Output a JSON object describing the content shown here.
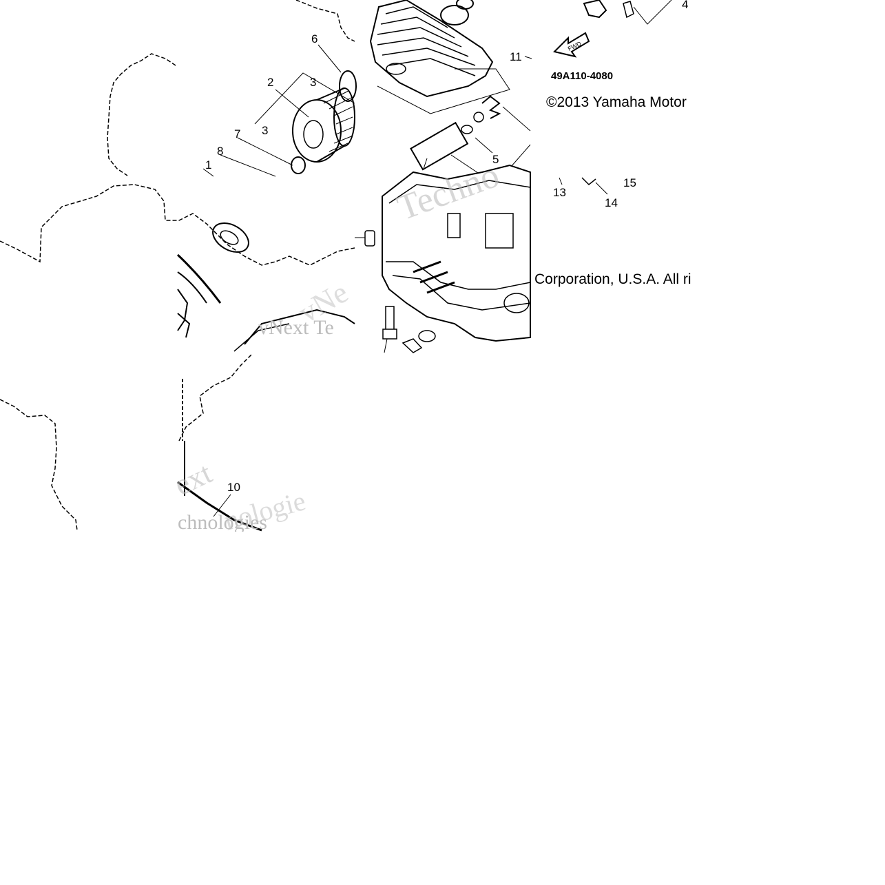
{
  "diagram": {
    "part_code": "49A110-4080",
    "copyright_line1": "©2013 Yamaha Motor",
    "copyright_line2": "Corporation, U.S.A. All ri",
    "fwd_label": "FWD",
    "callouts": [
      "1",
      "2",
      "3",
      "3",
      "4",
      "5",
      "6",
      "7",
      "8",
      "10",
      "11",
      "13",
      "14",
      "15"
    ],
    "watermarks": [
      "Techno",
      "vNext Te",
      "vNe",
      "ext",
      "nologie",
      "chnologies"
    ]
  }
}
